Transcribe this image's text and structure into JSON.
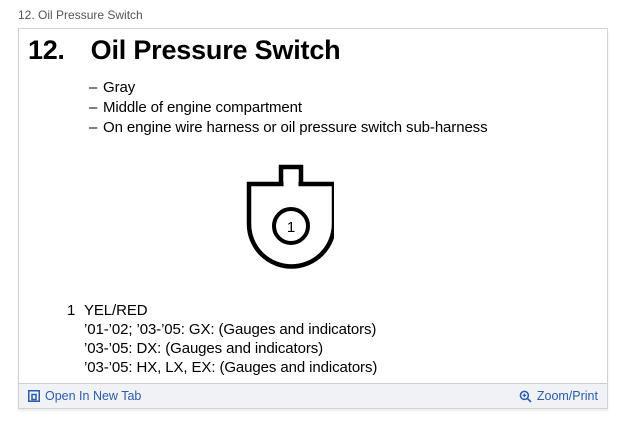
{
  "breadcrumb": {
    "text": "12. Oil Pressure Switch"
  },
  "panel": {
    "heading": {
      "number": "12.",
      "title": "Oil Pressure Switch"
    },
    "bullets": [
      {
        "dash": "–",
        "text": "Gray"
      },
      {
        "dash": "–",
        "text": "Middle of engine compartment"
      },
      {
        "dash": "–",
        "text": "On engine wire harness or oil pressure switch sub-harness"
      }
    ],
    "diagram": {
      "pin_label": "1",
      "stroke_color": "#000000"
    },
    "wires": {
      "pin": "1",
      "name": "YEL/RED",
      "details": [
        "’01-’02; ’03-’05: GX: (Gauges and indicators)",
        "’03-’05: DX: (Gauges and indicators)",
        "’03-’05: HX, LX, EX: (Gauges and indicators)"
      ]
    }
  },
  "footer": {
    "open_new_tab": "Open In New Tab",
    "zoom_print": "Zoom/Print",
    "link_color": "#2a5caa"
  }
}
